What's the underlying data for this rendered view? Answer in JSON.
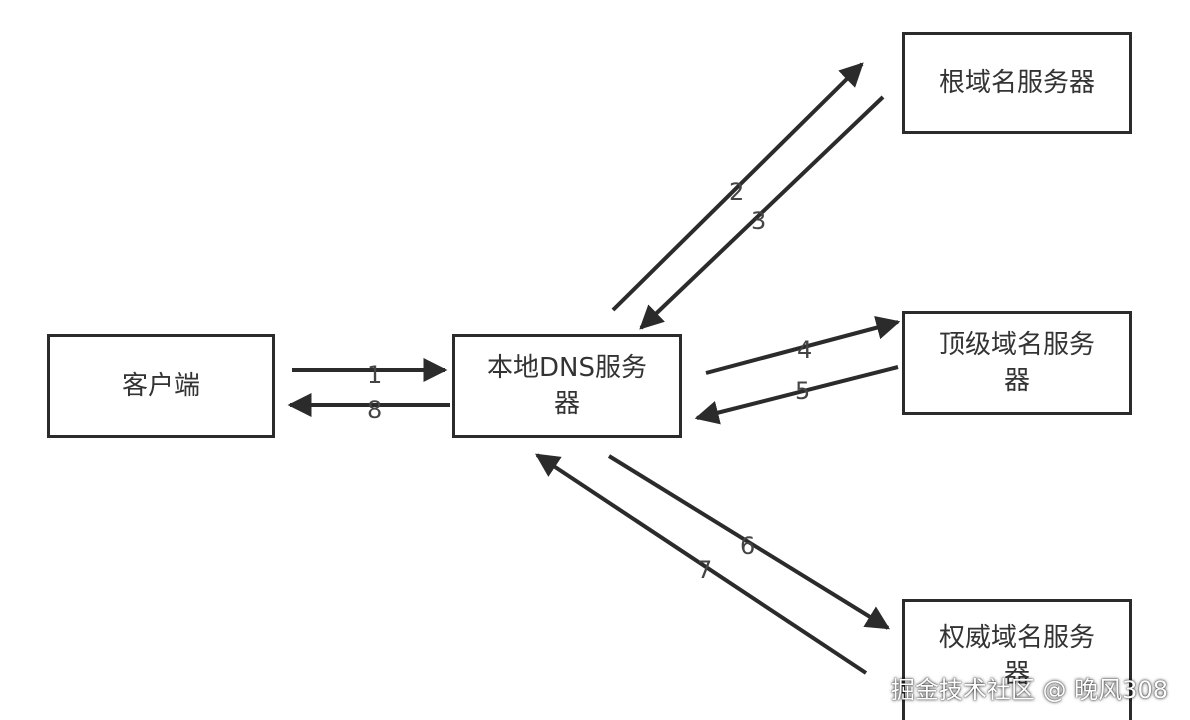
{
  "nodes": {
    "client": "客户端",
    "local_dns_line1": "本地DNS服务",
    "local_dns_line2": "器",
    "root_dns": "根域名服务器",
    "tld_dns_line1": "顶级域名服务",
    "tld_dns_line2": "器",
    "auth_dns_line1": "权威域名服务",
    "auth_dns_line2": "器"
  },
  "steps": [
    "1",
    "2",
    "3",
    "4",
    "5",
    "6",
    "7",
    "8"
  ],
  "watermark": "掘金技术社区 @ 晚风308",
  "colors": {
    "line": "#2b2b2b",
    "arrow": "#2b2b2b",
    "background": "#ffffff"
  }
}
